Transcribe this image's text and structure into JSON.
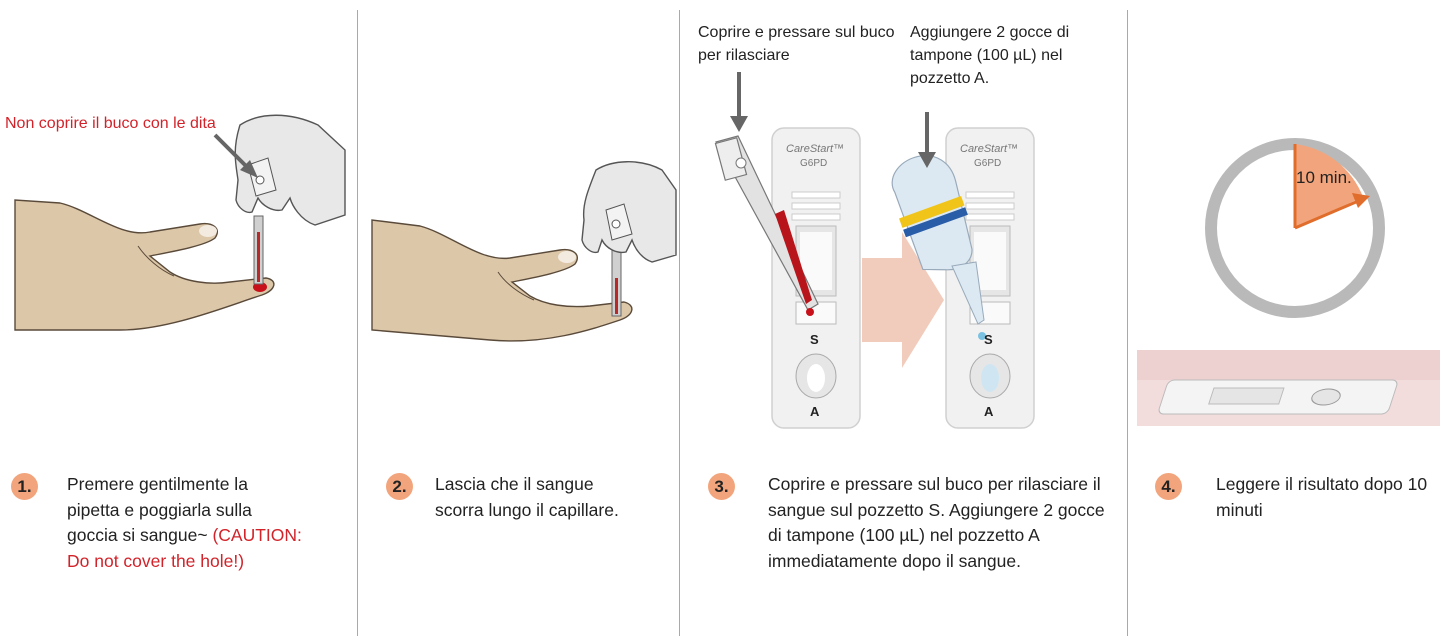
{
  "steps": [
    {
      "number": "1.",
      "text": "Premere gentilmente la pipetta e poggiarla sulla goccia si sangue~",
      "caution": "(CAUTION: Do not cover the hole!)",
      "annotation": "Non coprire il buco con le dita"
    },
    {
      "number": "2.",
      "text": "Lascia che il sangue scorra lungo il capillare."
    },
    {
      "number": "3.",
      "text": "Coprire e pressare sul buco per rilasciare il sangue sul pozzetto S. Aggiungere 2 gocce di tampone (100 µL) nel pozzetto A immediatamente dopo il sangue.",
      "label_left": "Coprire e pressare sul buco per rilasciare",
      "label_right": "Aggiungere 2 gocce di tampone (100 µL) nel pozzetto A."
    },
    {
      "number": "4.",
      "text": "Leggere il risultato dopo 10 minuti",
      "timer_label": "10 min."
    }
  ],
  "device": {
    "brand": "CareStart™",
    "model": "G6PD",
    "well_s": "S",
    "well_a": "A"
  },
  "colors": {
    "accent": "#f2a57c",
    "caution": "#d2232a",
    "skin": "#dcc7a9",
    "glove": "#e8e8e8",
    "blood": "#c8101a"
  }
}
